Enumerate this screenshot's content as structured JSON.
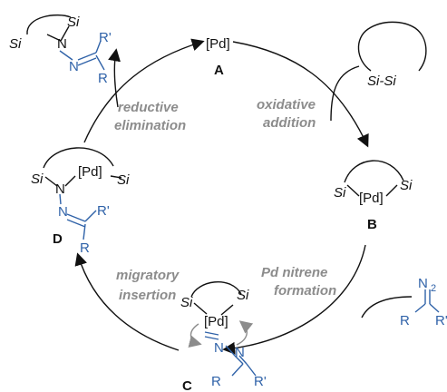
{
  "labels": {
    "top_left_product": {
      "si1": "Si",
      "si2": "Si",
      "n1": "N",
      "n2": "N",
      "rprime": "R'",
      "r": "R"
    },
    "pd_a": "[Pd]",
    "a": "A",
    "oxidative": "oxidative",
    "addition": "addition",
    "reagent_sisi": "Si-Si",
    "reductive": "reductive",
    "elimination": "elimination",
    "b_si1": "Si",
    "b_pd": "[Pd]",
    "b_si2": "Si",
    "b": "B",
    "d_si1": "Si",
    "d_pd": "[Pd]",
    "d_si2": "Si",
    "d_n1": "N",
    "d_n2": "N",
    "d_rprime": "R'",
    "d_r": "R",
    "d": "D",
    "pd_nitrene": "Pd nitrene",
    "formation": "formation",
    "migratory": "migratory",
    "insertion": "insertion",
    "c_si1": "Si",
    "c_pd": "[Pd]",
    "c_si2": "Si",
    "c_n1": "N",
    "c_n2": "N",
    "c_r": "R",
    "c_rprime": "R'",
    "c": "C",
    "diazo_n": "N",
    "diazo_sub": "2",
    "diazo_r": "R",
    "diazo_rprime": "R'"
  },
  "colors": {
    "black": "#111111",
    "blue": "#2f62a8",
    "gray": "#8c8c8c"
  }
}
